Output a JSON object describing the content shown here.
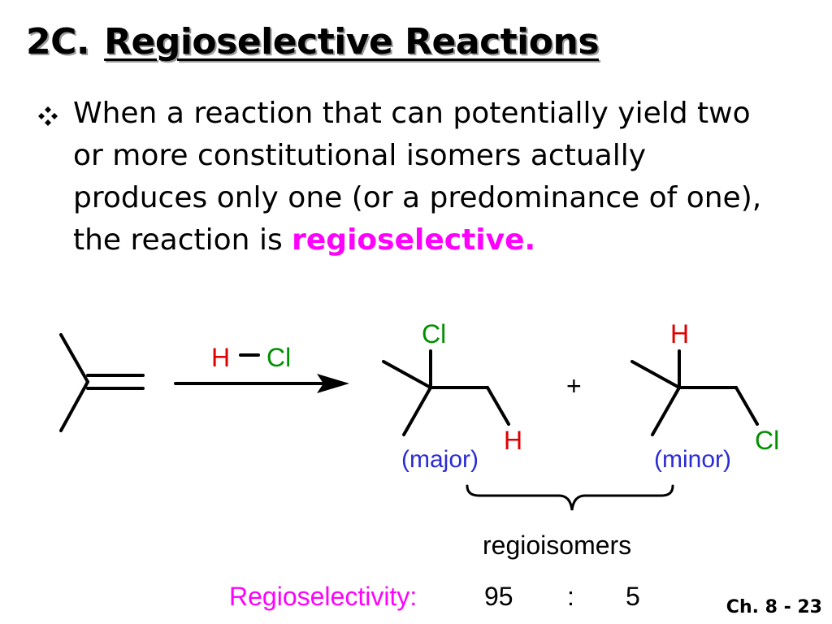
{
  "slide": {
    "section_number": "2C.",
    "section_title": "Regioselective Reactions",
    "bullet": {
      "text": "When a reaction that can potentially yield two or more constitutional isomers actually produces only one (or a predominance of one), the reaction is ",
      "emphasis": "regioselective."
    },
    "footer": "Ch. 8 - 23"
  },
  "reaction": {
    "reagent": {
      "left_atom": "H",
      "right_atom": "Cl"
    },
    "plus": "+",
    "products": [
      {
        "top_atom": "Cl",
        "bottom_atom": "H",
        "label": "(major)"
      },
      {
        "top_atom": "H",
        "bottom_atom": "Cl",
        "label": "(minor)"
      }
    ],
    "brace_label": "regioisomers",
    "regioselectivity": {
      "label": "Regioselectivity:",
      "major": "95",
      "separator": ":",
      "minor": "5"
    }
  },
  "colors": {
    "hydrogen": "#e00000",
    "chlorine": "#009000",
    "product_label": "#2b2bd6",
    "emphasis": "#ff00ff",
    "regioselectivity_label": "#ff00ff"
  },
  "icons": {
    "bullet": "four-diamond-bullet-icon"
  }
}
